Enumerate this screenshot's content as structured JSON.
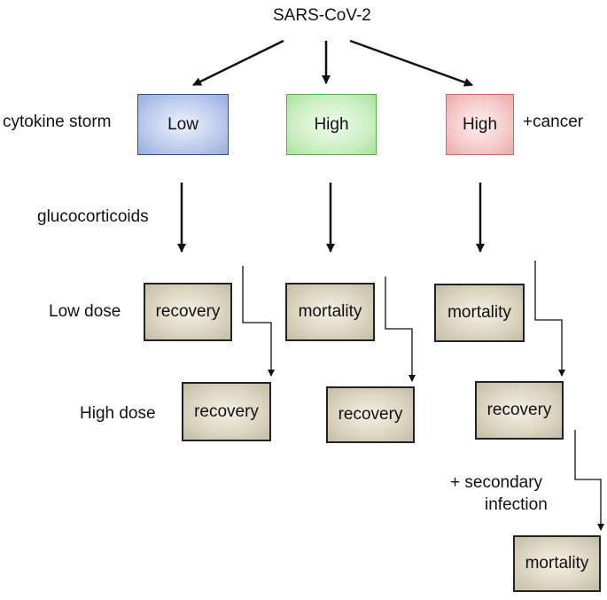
{
  "title": "SARS-CoV-2",
  "row_labels": {
    "cytokine_storm": "cytokine storm",
    "glucocorticoids": "glucocorticoids",
    "low_dose": "Low dose",
    "high_dose": "High dose",
    "cancer": "+cancer",
    "secondary_infection_line1": "+ secondary",
    "secondary_infection_line2": "infection"
  },
  "storm_boxes": {
    "low": "Low",
    "high": "High",
    "high_cancer": "High"
  },
  "outcomes": {
    "col1_low_dose": "recovery",
    "col1_high_dose": "recovery",
    "col2_low_dose": "mortality",
    "col2_high_dose": "recovery",
    "col3_low_dose": "mortality",
    "col3_high_dose": "recovery",
    "col3_secondary": "mortality"
  },
  "colors": {
    "low_border": "#2f4f94",
    "high_border": "#55b433",
    "cancer_border": "#d86868"
  }
}
